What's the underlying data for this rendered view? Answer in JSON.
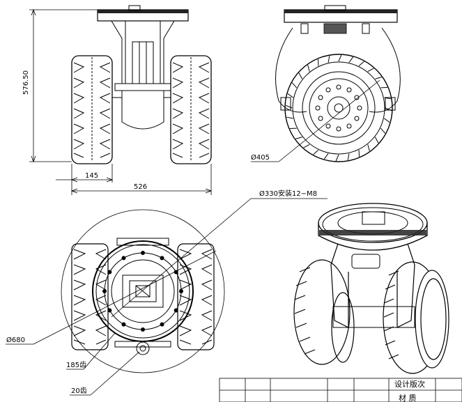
{
  "dimensions": {
    "height": "576.50",
    "tire_width": "145",
    "overall_width": "526",
    "wheel_diameter": "Ø405",
    "mount_circle": "Ø330安装12−M8",
    "outer_diameter": "Ø680",
    "gear_large": "185齿",
    "gear_small": "20齿"
  },
  "title_block": {
    "design_version": "设计版次",
    "material": "材 质"
  }
}
